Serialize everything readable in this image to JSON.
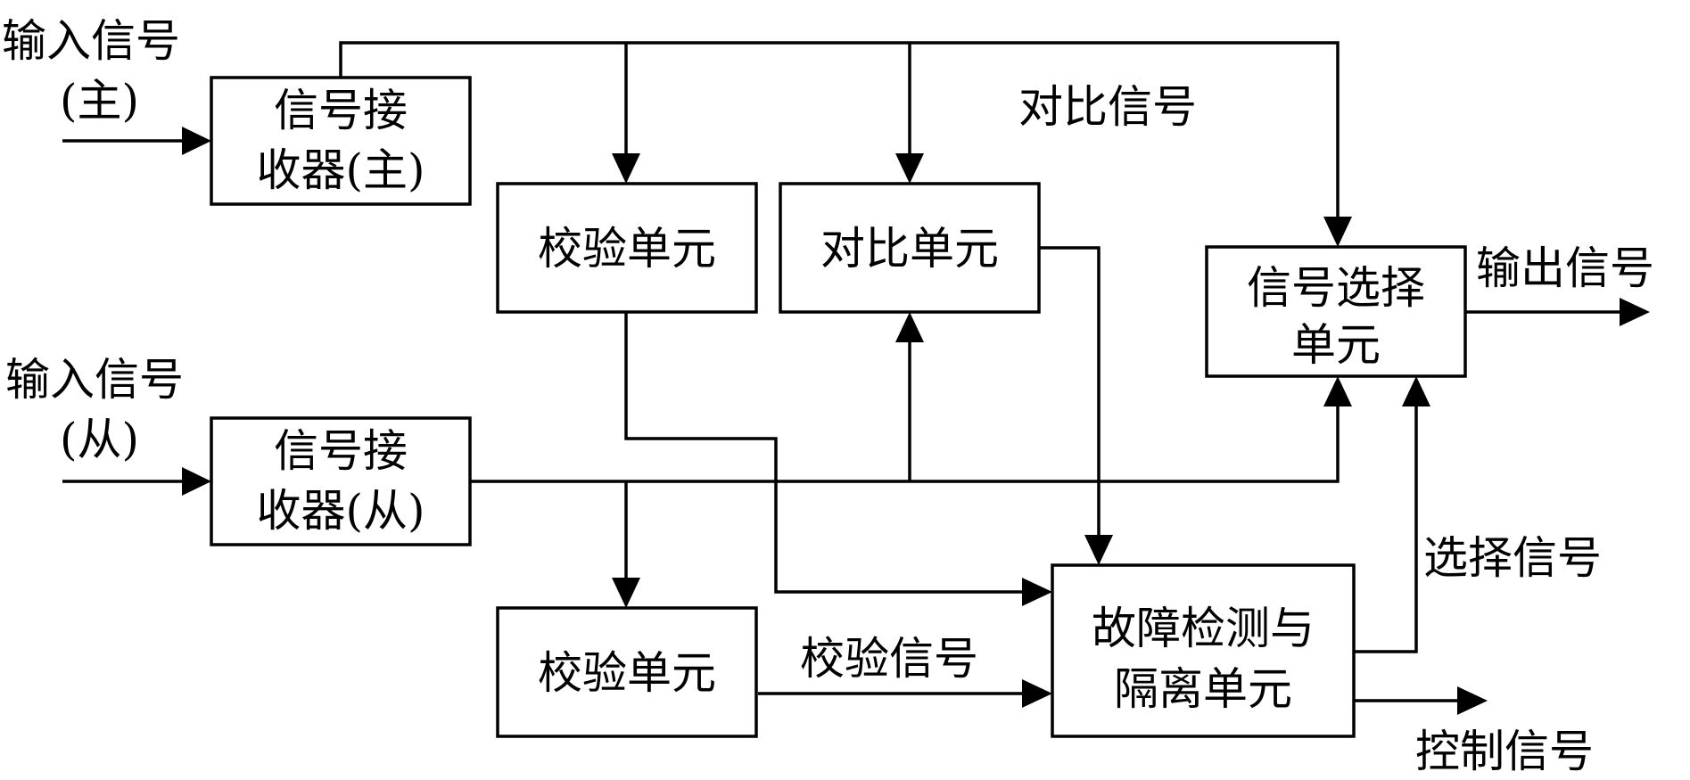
{
  "blocks": {
    "receiver_main": {
      "line1": "信号接",
      "line2": "收器(主)"
    },
    "receiver_slave": {
      "line1": "信号接",
      "line2": "收器(从)"
    },
    "check_unit_top": {
      "label": "校验单元"
    },
    "compare_unit": {
      "label": "对比单元"
    },
    "select_unit": {
      "line1": "信号选择",
      "line2": "单元"
    },
    "check_unit_bottom": {
      "label": "校验单元"
    },
    "fault_unit": {
      "line1": "故障检测与",
      "line2": "隔离单元"
    }
  },
  "labels": {
    "input_main": {
      "line1": "输入信号",
      "line2": "(主)"
    },
    "input_slave": {
      "line1": "输入信号",
      "line2": "(从)"
    },
    "compare_signal": "对比信号",
    "output_signal": "输出信号",
    "select_signal": "选择信号",
    "check_signal": "校验信号",
    "control_signal": "控制信号"
  }
}
